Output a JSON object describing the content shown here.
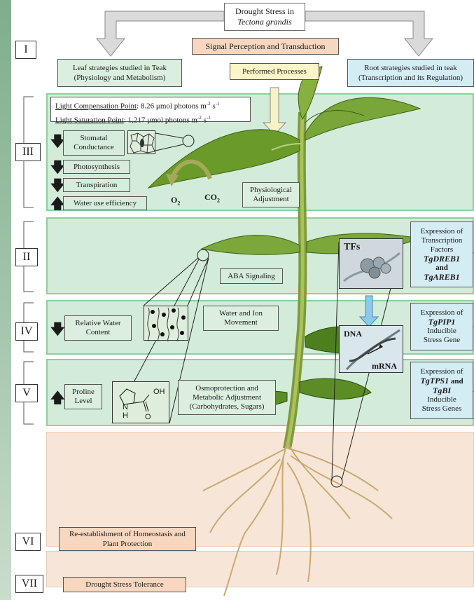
{
  "title": {
    "line1": "Drought Stress in",
    "line2": "Tectona grandis"
  },
  "signal": "Signal Perception and Transduction",
  "leaf_strategies": {
    "line1": "Leaf strategies studied in Teak",
    "line2": "(Physiology and Metabolism)"
  },
  "performed": "Performed Processes",
  "root_strategies": {
    "line1": "Root strategies studied in teak",
    "line2": "(Transcription and its Regulation)"
  },
  "stages": {
    "I": "I",
    "II": "II",
    "III": "III",
    "IV": "IV",
    "V": "V",
    "VI": "VI",
    "VII": "VII"
  },
  "light": {
    "comp_label": "Light Compensation Point",
    "comp_value": ": 8.26 μmol photons m",
    "sat_label": "Light Saturation Point",
    "sat_value": ": 1,217 μmol photons m",
    "sup1": "-2",
    "sup2": " s",
    "sup3": "-1"
  },
  "stage3": {
    "stomatal": {
      "line1": "Stomatal",
      "line2": "Conductance"
    },
    "photosynthesis": "Photosynthesis",
    "transpiration": "Transpiration",
    "wue": "Water use efficiency",
    "physio": {
      "line1": "Physiological",
      "line2": "Adjustment"
    },
    "o2": "O",
    "o2sub": "2",
    "co2": "CO",
    "co2sub": "2"
  },
  "stage2": {
    "aba": "ABA Signaling",
    "tfs": "TFs",
    "expr": {
      "line1": "Expression of",
      "line2": "Transcription",
      "line3": "Factors",
      "g1": "TgDREB1",
      "and": "and",
      "g2": "TgAREB1"
    }
  },
  "stage4": {
    "rwc": {
      "line1": "Relative Water",
      "line2": "Content"
    },
    "water_ion": {
      "line1": "Water and Ion",
      "line2": "Movement"
    },
    "dna": "DNA",
    "mrna": "mRNA",
    "expr": {
      "line1": "Expression of",
      "gene": "TgPIP1",
      "line3": "Inducible",
      "line4": "Stress Gene"
    }
  },
  "stage5": {
    "proline": {
      "line1": "Proline",
      "line2": "Level"
    },
    "oh": "OH",
    "nh": "N",
    "nh2": "H",
    "o": "O",
    "osmo": {
      "line1": "Osmoprotection and",
      "line2": "Metabolic Adjustment",
      "line3": "(Carbohydrates, Sugars)"
    },
    "expr": {
      "line1": "Expression of",
      "g1": "TgTPS1",
      "and": " and",
      "g2": "TgBI",
      "line4": "Inducible",
      "line5": "Stress Genes"
    }
  },
  "stage6": {
    "line1": "Re-establishment of Homeostasis and",
    "line2": "Plant Protection"
  },
  "stage7": "Drought Stress Tolerance",
  "colors": {
    "green_band": "#d3ecd9",
    "peach_band": "#f7e6d7",
    "blue_box": "#d4ecf4",
    "peach_box": "#f7d7c0",
    "yellow_box": "#fbf5c9"
  }
}
